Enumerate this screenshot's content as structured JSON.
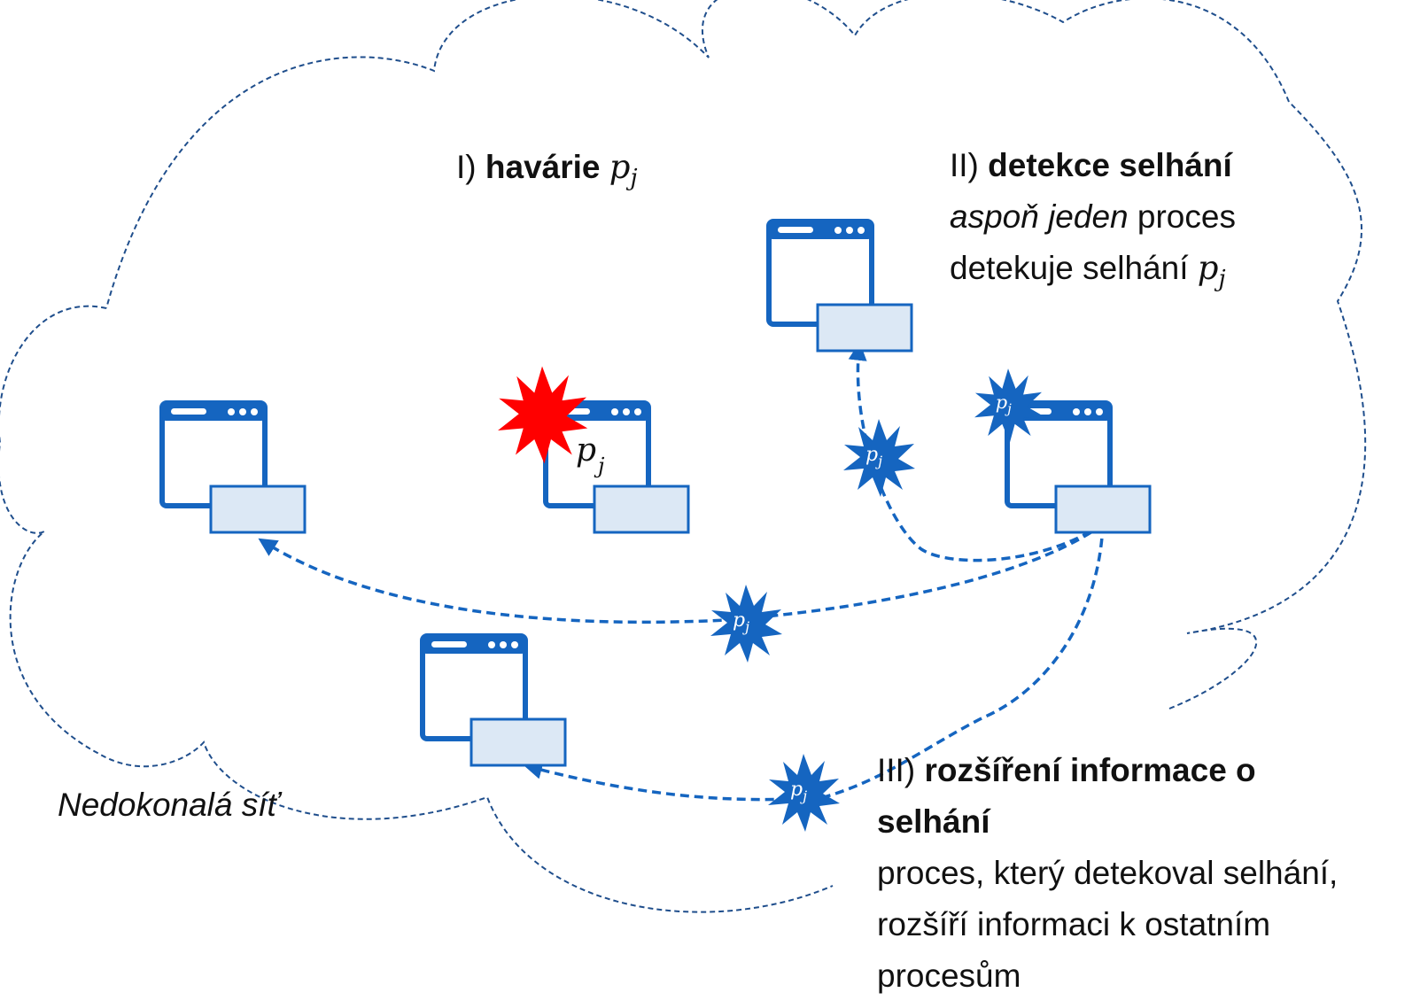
{
  "labels": {
    "step1": {
      "num": "I)",
      "title": "havárie",
      "var": "p",
      "sub": "j"
    },
    "step2": {
      "num": "II)",
      "title": "detekce selhání",
      "line2_italic": "aspoň jeden",
      "line2_rest": " proces",
      "line3": "detekuje selhání ",
      "var": "p",
      "sub": "j"
    },
    "step3": {
      "num": "III)",
      "title_line1": "rozšíření informace o",
      "title_line2": "selhání",
      "line3": "proces, který detekoval selhání,",
      "line4": "rozšíří informaci k ostatním",
      "line5": "procesům"
    },
    "network": "Nedokonalá síť"
  },
  "message_label": {
    "var": "p",
    "sub": "j"
  },
  "crashed_process_label": {
    "var": "p",
    "sub": "j"
  },
  "colors": {
    "blue": "#1565c0",
    "window_fill": "#dce8f5",
    "cloud": "#1f4e8c",
    "crash": "#ff0000"
  },
  "icons": [
    "process-window-icon",
    "crash-burst-icon",
    "message-burst-icon",
    "cloud-outline"
  ]
}
